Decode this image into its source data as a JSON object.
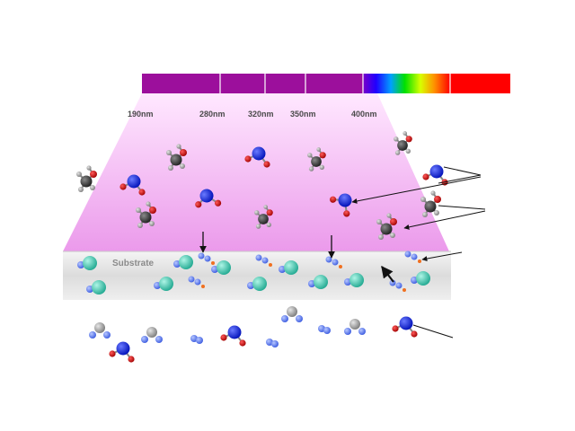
{
  "spectrum": {
    "wavelength_labels": [
      "190nm",
      "280nm",
      "320nm",
      "350nm",
      "400nm"
    ],
    "uv_color": "#9c0f9c",
    "red_color": "#ff0000"
  },
  "substrate": {
    "label": "Substrate"
  },
  "colors": {
    "nitrogen": "#0018e8",
    "oxygen": "#c00000",
    "carbon": "#3a3a3a",
    "hydrogen": "#9a9a9a",
    "metal": "#40c8b0",
    "light_cone_top": "#ffe6ff",
    "light_cone_bottom": "#e88ee8"
  }
}
